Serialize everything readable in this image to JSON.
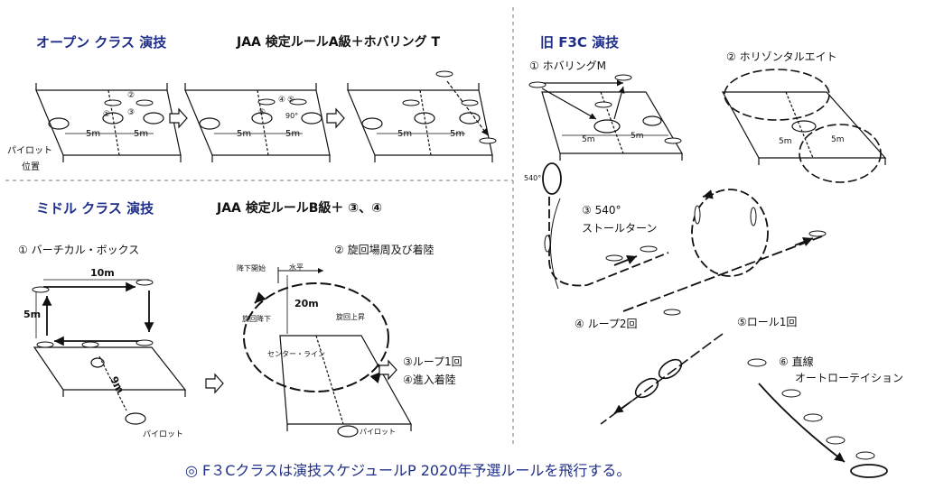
{
  "open": {
    "title": "オープン クラス 演技",
    "rule": "JAA  検定ルールA級＋ホバリング T",
    "pilot_label": "パイロット",
    "position_label": "位置",
    "dist": "5m",
    "step_labels": [
      "①",
      "②",
      "③",
      "④",
      "⑥",
      "⑤"
    ],
    "angle": "90°"
  },
  "middle": {
    "title": "ミドル クラス 演技",
    "rule": "JAA  検定ルールB級＋ ③、④",
    "box_title": "① バーチカル・ボックス",
    "box_w": "10m",
    "box_h": "5m",
    "box_d": "9m",
    "pilot": "パイロット",
    "circuit_title": "② 旋回場周及び着陸",
    "descent_start": "降下開始",
    "level": "水平",
    "circuit_dist": "20m",
    "turn_descent": "旋回降下",
    "turn_climb": "旋回上昇",
    "center_line": "センター・ライン",
    "pilot2": "パイロット",
    "loop_once": "③ループ1回",
    "approach_landing": "④進入着陸"
  },
  "f3c": {
    "title": "旧 F3C 演技",
    "hover_m": "① ホバリングM",
    "horizontal_eight": "② ホリゾンタルエイト",
    "dist": "5m",
    "stall_angle": "540°",
    "stall_turn_1": "③  540°",
    "stall_turn_2": "ストールターン",
    "loop_twice": "④ ループ2回",
    "roll_once": "⑤ロール1回",
    "straight_1": "⑥ 直線",
    "straight_2": "オートローテイション"
  },
  "footer": "◎  F３Cクラスは演技スケジュールP 2020年予選ルールを飛行する。"
}
